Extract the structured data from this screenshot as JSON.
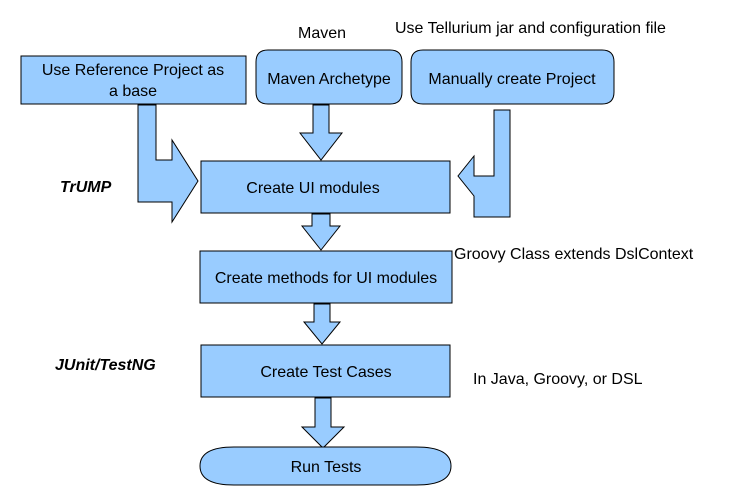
{
  "colors": {
    "fill": "#99ccff",
    "stroke": "#000000",
    "background": "#ffffff"
  },
  "nodes": {
    "reference_project": {
      "line1": "Use Reference Project as",
      "line2": "a base"
    },
    "maven_archetype": "Maven Archetype",
    "manual_project": "Manually create Project",
    "create_ui_modules": "Create UI modules",
    "create_methods": "Create methods for UI modules",
    "create_test_cases": "Create Test Cases",
    "run_tests": "Run Tests"
  },
  "annotations": {
    "maven": "Maven",
    "tellurium": "Use Tellurium jar and configuration file",
    "trump": "TrUMP",
    "groovy_class": "Groovy Class extends DslContext",
    "junit_testng": "JUnit/TestNG",
    "languages": "In Java, Groovy, or DSL"
  }
}
